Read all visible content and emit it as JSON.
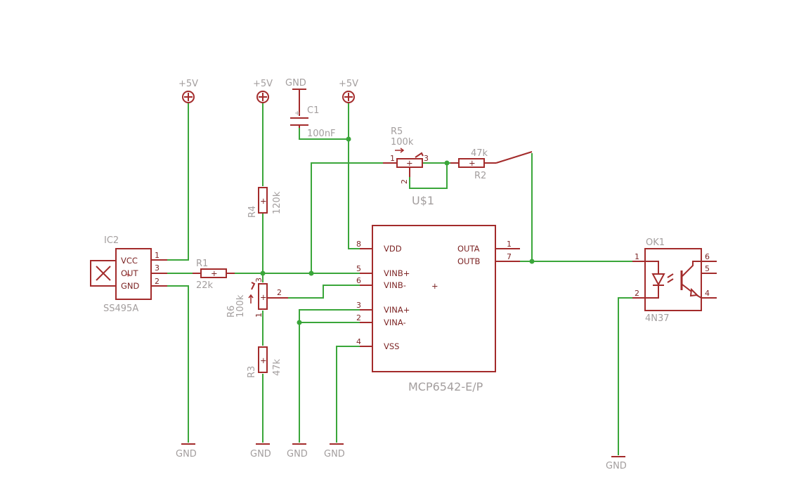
{
  "parts": {
    "ic2": {
      "name": "IC2",
      "value": "SS495A",
      "pins": {
        "vcc": "VCC",
        "out": "OUT",
        "gnd": "GND"
      },
      "pin_numbers": {
        "vcc": "1",
        "out": "3",
        "gnd": "2"
      }
    },
    "r1": {
      "name": "R1",
      "value": "22k"
    },
    "r2": {
      "name": "R2",
      "value": "47k"
    },
    "r3": {
      "name": "R3",
      "value": "47k"
    },
    "r4": {
      "name": "R4",
      "value": "120k"
    },
    "r5": {
      "name": "R5",
      "value": "100k",
      "pins": {
        "p1": "1",
        "p2": "2",
        "p3": "3"
      }
    },
    "r6": {
      "name": "R6",
      "value": "100k",
      "pins": {
        "p1": "1",
        "p2": "2",
        "p3": "3"
      }
    },
    "c1": {
      "name": "C1",
      "value": "100nF"
    },
    "us1": {
      "name": "U$1"
    },
    "opamp": {
      "value": "MCP6542-E/P",
      "pins": {
        "vdd": "VDD",
        "vinbp": "VINB+",
        "vinbm": "VINB-",
        "vinap": "VINA+",
        "vinam": "VINA-",
        "vss": "VSS",
        "outa": "OUTA",
        "outb": "OUTB"
      },
      "pin_numbers": {
        "vdd": "8",
        "vinbp": "5",
        "vinbm": "6",
        "vinap": "3",
        "vinam": "2",
        "vss": "4",
        "outa": "1",
        "outb": "7"
      }
    },
    "ok1": {
      "name": "OK1",
      "value": "4N37",
      "pin_numbers": {
        "p1": "1",
        "p2": "2",
        "p4": "4",
        "p5": "5",
        "p6": "6"
      }
    }
  },
  "power": {
    "vcc": "+5V",
    "gnd": "GND"
  },
  "colors": {
    "wire": "#3aa63a",
    "symbol": "#a32b2b",
    "label": "#a39e9e",
    "pin_text": "#7d2525"
  }
}
